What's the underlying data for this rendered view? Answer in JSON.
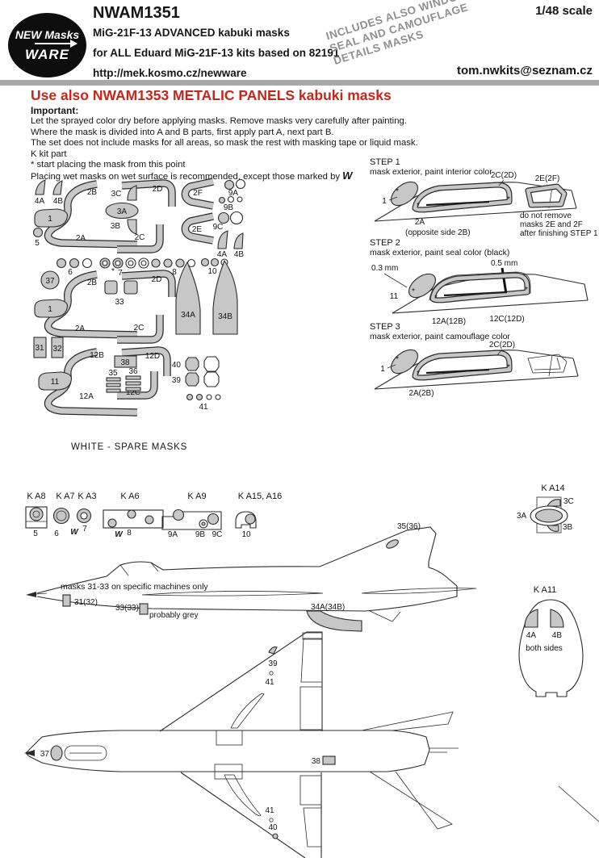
{
  "header": {
    "logo": {
      "new": "NEW",
      "masks": "Masks",
      "ware": "WARE"
    },
    "code": "NWAM1351",
    "line1": "MiG-21F-13 ADVANCED kabuki masks",
    "line2": "for ALL Eduard MiG-21F-13 kits based on 82191",
    "website": "http://mek.kosmo.cz/newware",
    "scale": "1/48 scale",
    "email": "tom.nwkits@seznam.cz",
    "banner": [
      "INCLUDES ALSO WINDOWS",
      "SEAL AND CAMOUFLAGE",
      "DETAILS MASKS"
    ]
  },
  "notice": "Use also NWAM1353 METALIC PANELS kabuki masks",
  "important": {
    "heading": "Important:",
    "lines": [
      "Let the sprayed color dry before applying masks. Remove masks very carefully after painting.",
      "Where the mask is divided into A and B parts, first apply part A, next part B.",
      "The set does not include masks for all areas, so mask the rest with masking tape or liquid mask.",
      "K kit part",
      "* start placing the mask from this point",
      "Placing wet masks on wet surface is recommended, except those marked by"
    ],
    "wet_symbol": "W"
  },
  "sym": {
    "ast": "*"
  },
  "sheet": {
    "labels": [
      "4A",
      "4B",
      "2B",
      "2D",
      "3C",
      "3A",
      "3B",
      "2F",
      "2E",
      "9A",
      "9B",
      "9C",
      "1",
      "5",
      "2A",
      "2C",
      "4A",
      "4B",
      "6",
      "7",
      "8",
      "10",
      "37",
      "2B",
      "2D",
      "33",
      "1",
      "2A",
      "2C",
      "34A",
      "34B",
      "31",
      "32",
      "12B",
      "38",
      "12D",
      "11",
      "35",
      "36",
      "12A",
      "12C",
      "40",
      "39",
      "41"
    ]
  },
  "steps": {
    "s1": {
      "title": "STEP 1",
      "desc": "mask exterior, paint interior color",
      "l1": "1",
      "l2": "2C(2D)",
      "l3": "2E(2F)",
      "l4": "2A",
      "l5": "(opposite side 2B)",
      "n1": "do not remove",
      "n2": "masks 2E and 2F",
      "n3": "after finishing STEP 1"
    },
    "s2": {
      "title": "STEP 2",
      "desc": "mask exterior, paint seal color (black)",
      "l1": "0.3 mm",
      "l2": "0.5 mm",
      "l3": "11",
      "l4": "12A(12B)",
      "l5": "12C(12D)"
    },
    "s3": {
      "title": "STEP 3",
      "desc": "mask exterior, paint camouflage color",
      "l1": "1",
      "l2": "2C(2D)",
      "l3": "2A(2B)"
    }
  },
  "spare": {
    "title": "WHITE - SPARE MASKS",
    "wet_symbol": "W",
    "ka8": {
      "h": "K A8",
      "n": "5"
    },
    "ka7": {
      "h": "K A7",
      "n": "6"
    },
    "ka3": {
      "h": "K A3",
      "n": "7"
    },
    "ka6": {
      "h": "K A6",
      "n": "8"
    },
    "ka9": {
      "h": "K A9",
      "a": "9A",
      "b": "9B",
      "c": "9C"
    },
    "ka1516": {
      "h": "K A15, A16",
      "n": "10"
    },
    "ka14": {
      "h": "K A14",
      "a": "3A",
      "c": "3C",
      "b": "3B"
    },
    "ka11": {
      "h": "K A11",
      "a": "4A",
      "b": "4B",
      "note": "both sides"
    }
  },
  "side": {
    "fin": "35(36)",
    "note": "masks 31-33 on specific machines only",
    "m31": "31(32)",
    "m33": "33(33)",
    "grey": "probably grey",
    "m34": "34A(34B)"
  },
  "plan": {
    "n39": "39",
    "n41a": "41",
    "n37": "37",
    "n38": "38",
    "n41b": "41",
    "n40": "40"
  }
}
